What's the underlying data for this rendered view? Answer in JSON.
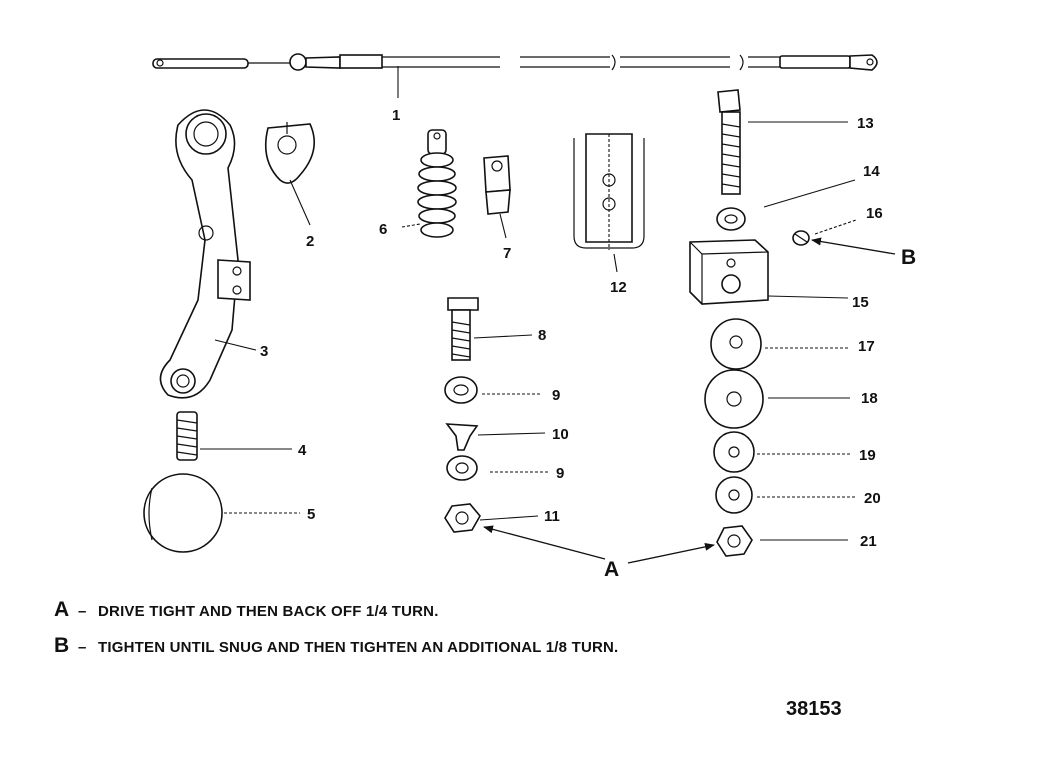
{
  "callouts": {
    "c1": "1",
    "c2": "2",
    "c3": "3",
    "c4": "4",
    "c5": "5",
    "c6": "6",
    "c7": "7",
    "c8": "8",
    "c9a": "9",
    "c9b": "9",
    "c10": "10",
    "c11": "11",
    "c12": "12",
    "c13": "13",
    "c14": "14",
    "c15": "15",
    "c16": "16",
    "c17": "17",
    "c18": "18",
    "c19": "19",
    "c20": "20",
    "c21": "21"
  },
  "letters": {
    "a": "A",
    "b": "B"
  },
  "notes": [
    {
      "letter": "A",
      "dash": "–",
      "text": "DRIVE TIGHT AND THEN BACK OFF 1/4 TURN."
    },
    {
      "letter": "B",
      "dash": "–",
      "text": "TIGHTEN UNTIL SNUG AND THEN TIGHTEN AN ADDITIONAL 1/8 TURN."
    }
  ],
  "figure_number": "38153"
}
